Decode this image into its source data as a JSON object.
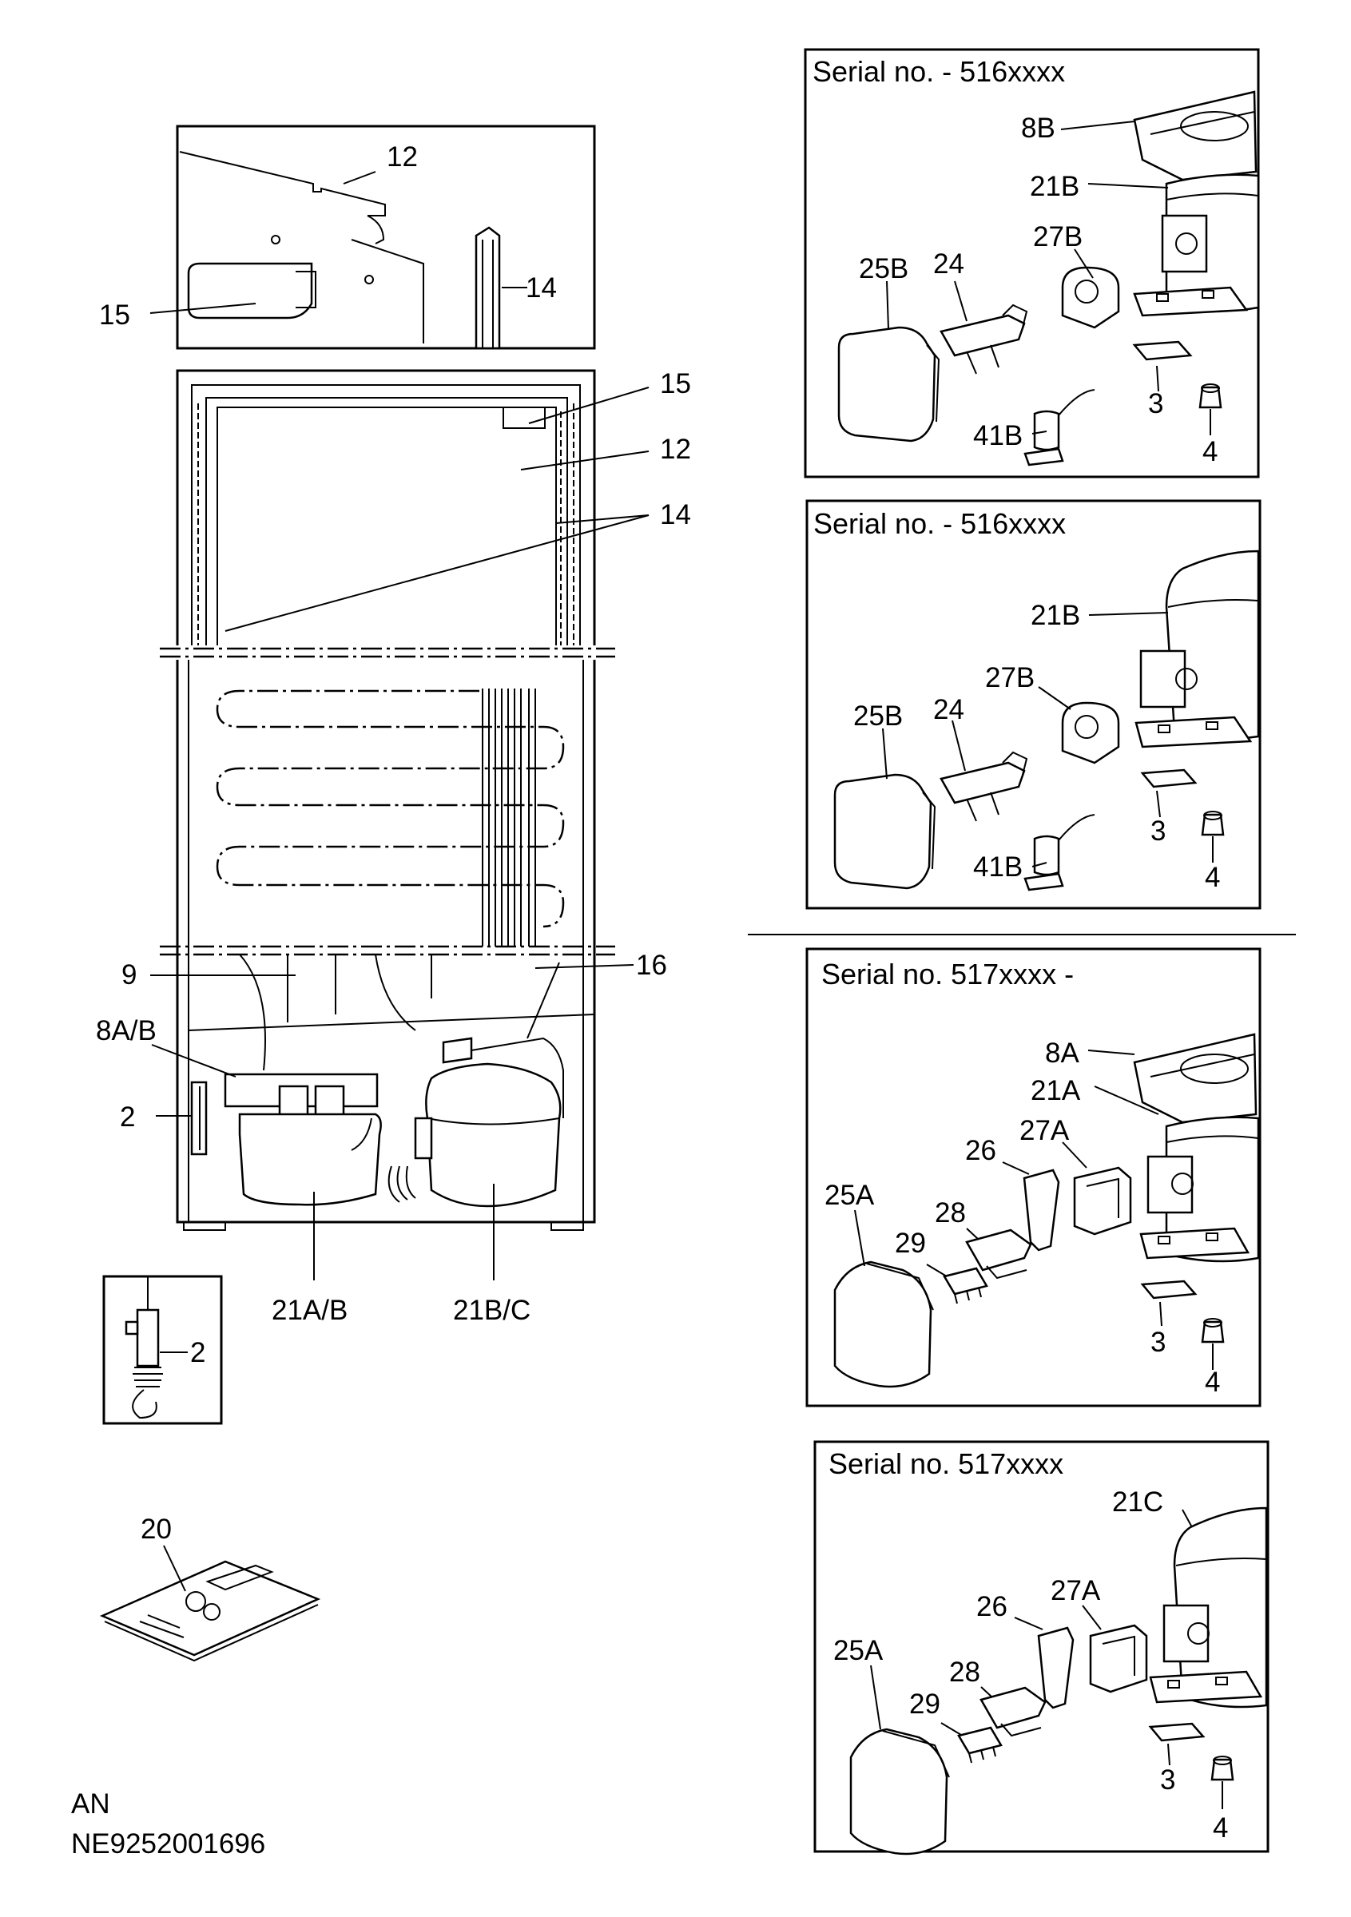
{
  "panels": {
    "p1": {
      "header": "Serial no. - 516xxxx",
      "labels": [
        "8B",
        "21B",
        "27B",
        "25B",
        "24",
        "3",
        "41B",
        "4"
      ]
    },
    "p2": {
      "header": "Serial no. - 516xxxx",
      "labels": [
        "21B",
        "27B",
        "25B",
        "24",
        "3",
        "41B",
        "4"
      ]
    },
    "p3": {
      "header": "Serial no. 517xxxx -",
      "labels": [
        "8A",
        "21A",
        "27A",
        "26",
        "25A",
        "28",
        "29",
        "3",
        "4"
      ]
    },
    "p4": {
      "header": "Serial no. 517xxxx",
      "labels": [
        "21C",
        "27A",
        "26",
        "25A",
        "28",
        "29",
        "3",
        "4"
      ]
    }
  },
  "main": {
    "top_inset": [
      "12",
      "15",
      "14"
    ],
    "door": [
      "15",
      "12",
      "14"
    ],
    "cabinet": [
      "9",
      "16",
      "8A/B",
      "2",
      "21A/B",
      "21B/C"
    ],
    "small_inset": [
      "2"
    ],
    "manual": [
      "20"
    ]
  },
  "footer": {
    "line1": "AN",
    "line2": "NE9252001696"
  }
}
